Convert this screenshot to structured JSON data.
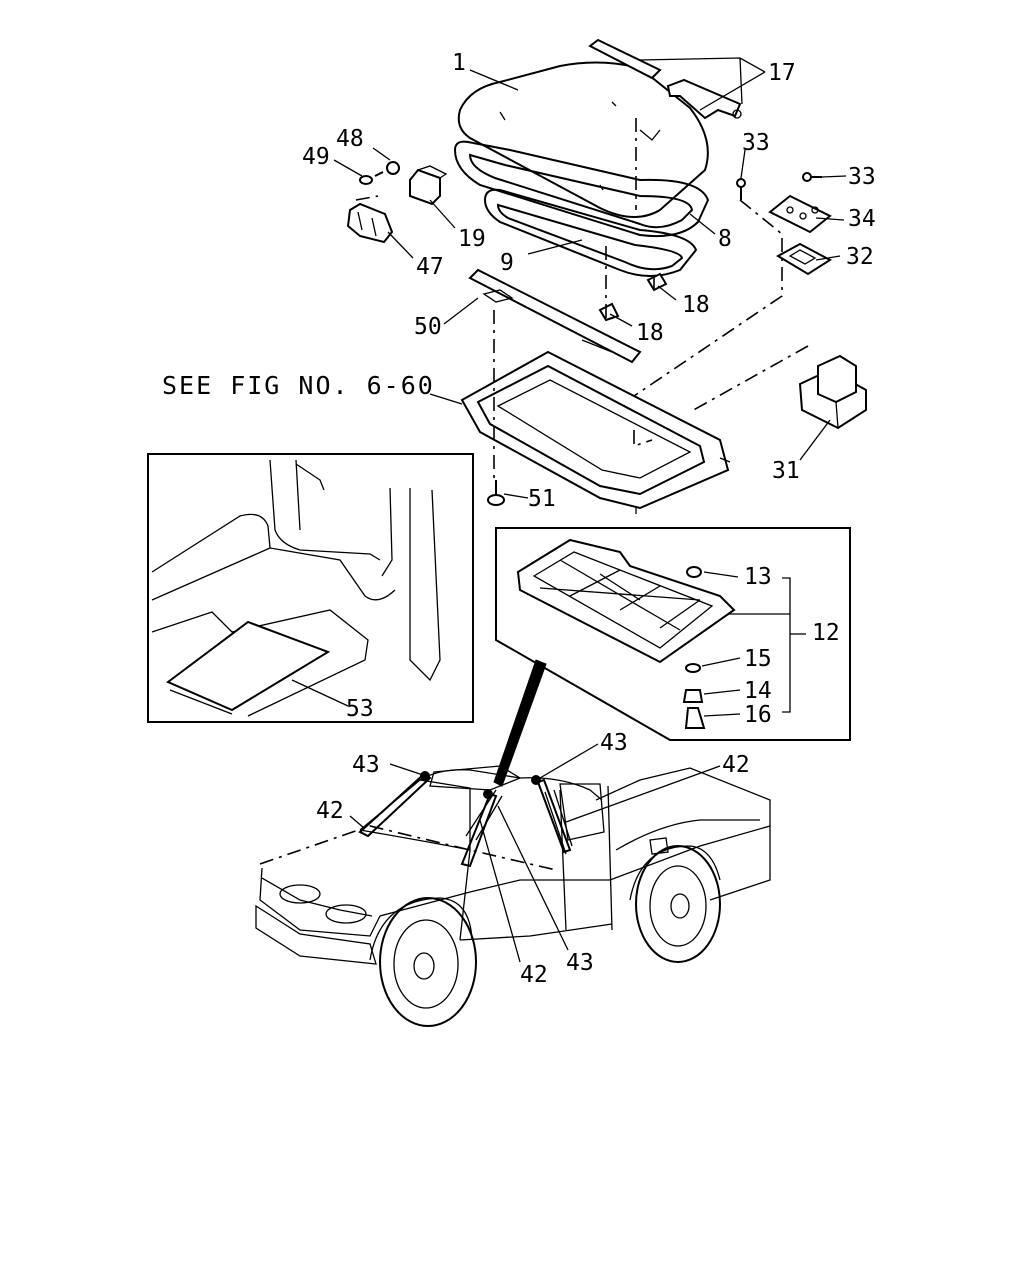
{
  "diagram": {
    "reference_note": "SEE FIG NO. 6-60",
    "callouts": [
      {
        "id": "c1",
        "text": "1"
      },
      {
        "id": "c17",
        "text": "17"
      },
      {
        "id": "c48",
        "text": "48"
      },
      {
        "id": "c49",
        "text": "49"
      },
      {
        "id": "c33a",
        "text": "33"
      },
      {
        "id": "c33b",
        "text": "33"
      },
      {
        "id": "c34",
        "text": "34"
      },
      {
        "id": "c19",
        "text": "19"
      },
      {
        "id": "c8",
        "text": "8"
      },
      {
        "id": "c32",
        "text": "32"
      },
      {
        "id": "c47",
        "text": "47"
      },
      {
        "id": "c9",
        "text": "9"
      },
      {
        "id": "c18a",
        "text": "18"
      },
      {
        "id": "c18b",
        "text": "18"
      },
      {
        "id": "c50",
        "text": "50"
      },
      {
        "id": "c31",
        "text": "31"
      },
      {
        "id": "c51",
        "text": "51"
      },
      {
        "id": "c13",
        "text": "13"
      },
      {
        "id": "c12",
        "text": "12"
      },
      {
        "id": "c15",
        "text": "15"
      },
      {
        "id": "c14",
        "text": "14"
      },
      {
        "id": "c16",
        "text": "16"
      },
      {
        "id": "c53",
        "text": "53"
      },
      {
        "id": "c43a",
        "text": "43"
      },
      {
        "id": "c43b",
        "text": "43"
      },
      {
        "id": "c42a",
        "text": "42"
      },
      {
        "id": "c42b",
        "text": "42"
      },
      {
        "id": "c42c",
        "text": "42"
      },
      {
        "id": "c43c",
        "text": "43"
      }
    ]
  }
}
